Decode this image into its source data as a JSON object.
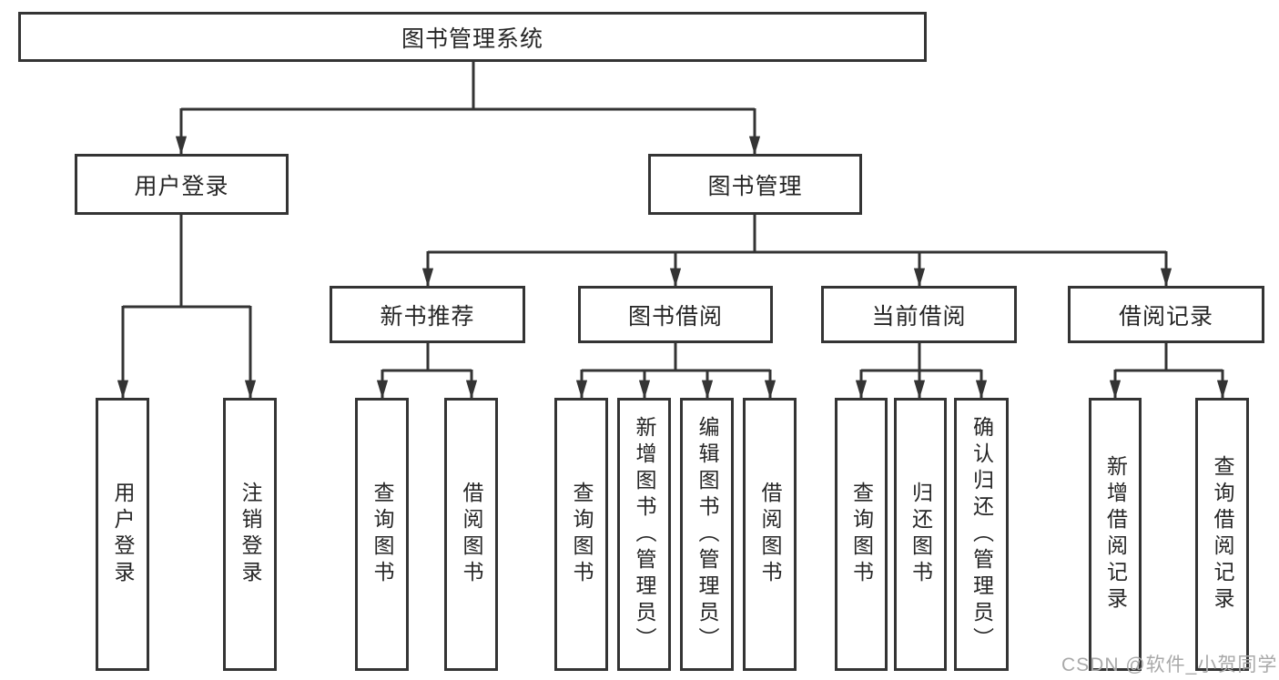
{
  "diagram_title": "图书管理系统",
  "tree": {
    "label": "图书管理系统",
    "children": [
      {
        "label": "用户登录",
        "children": [
          {
            "label": "用户登录"
          },
          {
            "label": "注销登录"
          }
        ]
      },
      {
        "label": "图书管理",
        "children": [
          {
            "label": "新书推荐",
            "children": [
              {
                "label": "查询图书"
              },
              {
                "label": "借阅图书"
              }
            ]
          },
          {
            "label": "图书借阅",
            "children": [
              {
                "label": "查询图书"
              },
              {
                "label": "新增图书（管理员）"
              },
              {
                "label": "编辑图书（管理员）"
              },
              {
                "label": "借阅图书"
              }
            ]
          },
          {
            "label": "当前借阅",
            "children": [
              {
                "label": "查询图书"
              },
              {
                "label": "归还图书"
              },
              {
                "label": "确认归还（管理员）"
              }
            ]
          },
          {
            "label": "借阅记录",
            "children": [
              {
                "label": "新增借阅记录"
              },
              {
                "label": "查询借阅记录"
              }
            ]
          }
        ]
      }
    ]
  },
  "watermark": "CSDN @软件_小贺同学",
  "colors": {
    "line": "#343434",
    "box_border": "#343434",
    "box_fill": "#ffffff",
    "text": "#262626",
    "watermark": "#a9a9a9"
  }
}
